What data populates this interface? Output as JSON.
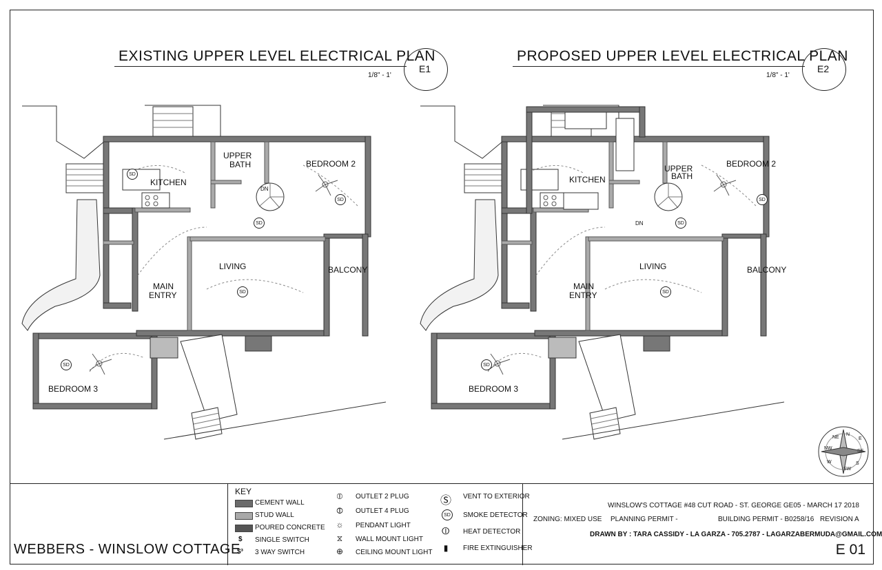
{
  "sheet": {
    "plan_left": {
      "title": "EXISTING UPPER LEVEL ELECTRICAL PLAN",
      "scale": "1/8\" - 1'",
      "tag": "E1"
    },
    "plan_right": {
      "title": "PROPOSED UPPER LEVEL ELECTRICAL PLAN",
      "scale": "1/8\" - 1'",
      "tag": "E2"
    },
    "rooms": {
      "kitchen": "KITCHEN",
      "upper_bath_1": "UPPER",
      "upper_bath_2": "BATH",
      "bedroom2": "BEDROOM 2",
      "living": "LIVING",
      "balcony": "BALCONY",
      "main_entry_1": "MAIN",
      "main_entry_2": "ENTRY",
      "bedroom3": "BEDROOM 3",
      "dn": "DN"
    },
    "sd": "SD",
    "compass": {
      "n": "N",
      "ne": "NE",
      "e": "E",
      "se": "SE",
      "s": "S",
      "sw": "SW",
      "w": "W",
      "nw": "NW"
    }
  },
  "title_block": {
    "project": "WEBBERS - WINSLOW COTTAGE",
    "key_title": "KEY",
    "key_col1": [
      {
        "label": "CEMENT WALL",
        "swatch": "#6b6b6b"
      },
      {
        "label": "STUD WALL",
        "swatch": "#a9a9a9"
      },
      {
        "label": "POURED CONCRETE",
        "swatch": "#555555"
      },
      {
        "label": "SINGLE SWITCH",
        "symbol": "$"
      },
      {
        "label": "3 WAY SWITCH",
        "symbol": "$³"
      }
    ],
    "key_col2": [
      {
        "label": "OUTLET 2 PLUG",
        "symbol": "⦶"
      },
      {
        "label": "OUTLET 4 PLUG",
        "symbol": "⦷"
      },
      {
        "label": "PENDANT LIGHT",
        "symbol": "☼"
      },
      {
        "label": "WALL MOUNT LIGHT",
        "symbol": "⧖"
      },
      {
        "label": "CEILING MOUNT LIGHT",
        "symbol": "⊕"
      }
    ],
    "key_col3": [
      {
        "label": "VENT TO EXTERIOR",
        "symbol": "Ⓢ"
      },
      {
        "label": "SMOKE DETECTOR",
        "symbol": "SD"
      },
      {
        "label": "HEAT DETECTOR",
        "symbol": "⦶"
      },
      {
        "label": "FIRE EXTINGUISHER",
        "symbol": "▮"
      }
    ],
    "info_line1": "WINSLOW'S COTTAGE #48 CUT ROAD  -  ST. GEORGE GE05  -  MARCH 17 2018",
    "info_zoning": "ZONING:  MIXED USE",
    "info_planning": "PLANNING PERMIT -",
    "info_building": "BUILDING PERMIT - B0258/16",
    "info_revision": "REVISION A",
    "info_drawn": "DRAWN BY : TARA CASSIDY - LA GARZA - 705.2787 - LAGARZABERMUDA@GMAIL.COM",
    "sheet_number": "E 01"
  }
}
